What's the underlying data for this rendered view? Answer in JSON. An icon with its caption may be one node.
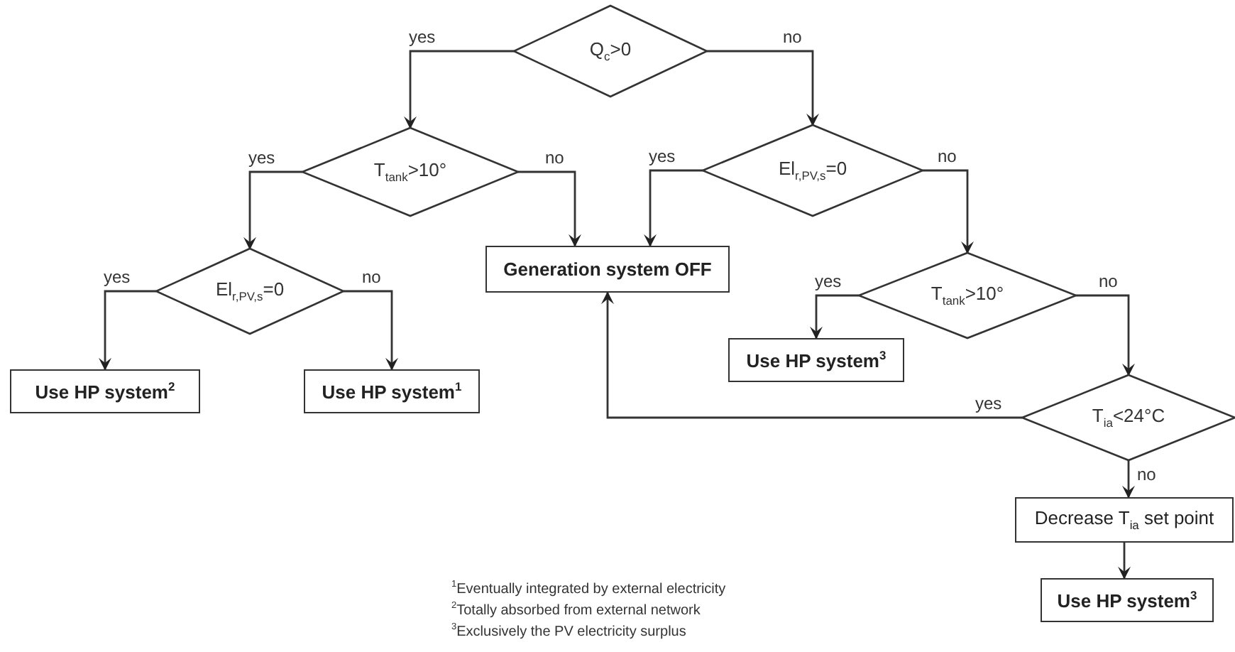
{
  "diagram": {
    "nodes": [
      {
        "text": [
          "Q$_{c}$>0"
        ]
      },
      {
        "text": [
          "T$_{tank}$>10°"
        ]
      },
      {
        "text": [
          "El$_{r,PV,s}$=0"
        ]
      },
      {
        "text": [
          "Generation system OFF"
        ]
      },
      {
        "text": [
          "El$_{r,PV,s}$=0"
        ]
      },
      {
        "text": [
          "T$_{tank}$>10°"
        ]
      },
      {
        "text": [
          "Use HP system$^{2}$"
        ]
      },
      {
        "text": [
          "Use HP system$^{1}$"
        ]
      },
      {
        "text": [
          "Use HP system$^{3}$"
        ]
      },
      {
        "text": [
          "T$_{ia}$<24°C"
        ]
      },
      {
        "text": [
          "Decrease T$_{ia}$ set point"
        ]
      },
      {
        "text": [
          "Use HP system$^{3}$"
        ]
      }
    ],
    "edges": [
      {
        "from": 0,
        "to": 1,
        "arrow": "to",
        "label": "yes"
      },
      {
        "from": 0,
        "to": 2,
        "arrow": "to",
        "label": "no"
      },
      {
        "from": 1,
        "to": 4,
        "arrow": "to",
        "label": "yes"
      },
      {
        "from": 1,
        "to": 3,
        "arrow": "to",
        "label": "no"
      },
      {
        "from": 2,
        "to": 3,
        "arrow": "to",
        "label": "yes"
      },
      {
        "from": 2,
        "to": 5,
        "arrow": "to",
        "label": "no"
      },
      {
        "from": 4,
        "to": 6,
        "arrow": "to",
        "label": "yes"
      },
      {
        "from": 4,
        "to": 7,
        "arrow": "to",
        "label": "no"
      },
      {
        "from": 5,
        "to": 8,
        "arrow": "to",
        "label": "yes"
      },
      {
        "from": 5,
        "to": 9,
        "arrow": "to",
        "label": "no"
      },
      {
        "from": 9,
        "to": 3,
        "arrow": "to",
        "label": "yes"
      },
      {
        "from": 9,
        "to": 10,
        "arrow": "to",
        "label": "no"
      },
      {
        "from": 10,
        "to": 11,
        "arrow": "to"
      }
    ],
    "labels": [
      "$^{1}$Eventually integrated by external electricity",
      "$^{2}$Totally absorbed from external network",
      "$^{3}$Exclusively the PV electricity surplus"
    ]
  }
}
